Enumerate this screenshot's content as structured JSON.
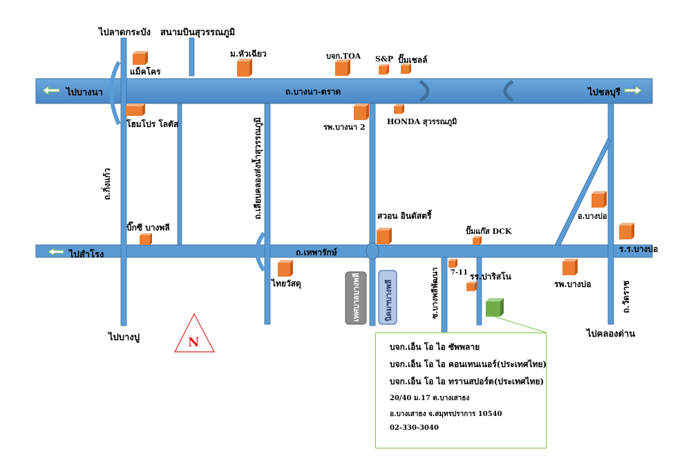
{
  "roads": {
    "bangna_trat": "ถ.บางนา-ตราด",
    "theparak": "ถ.เทพารักษ์",
    "king_kaeo": "ถ.กิ่งแก้ว",
    "liap_khlong": "ถ.เลียบคลองส่งน้ำสุวรรณภูมิ",
    "bang_phli_phatthana": "ซ.บางพลีพัฒนา",
    "wat_ratch": "ถ.วัดราช"
  },
  "directions": {
    "to_bangna": "ไปบางนา",
    "to_chonburi": "ไปชลบุรี",
    "to_samrong": "ไปสำโรง",
    "to_lat_krabang": "ไปลาดกระบัง",
    "to_airport": "สนามบินสุวรรณภูมิ",
    "to_bang_pu": "ไปบางปู",
    "to_khlong_dan": "ไปคลองด่าน"
  },
  "landmarks": {
    "makro": "แม็คโคร",
    "homepro": "โฮมโปร โลตัส",
    "hua_chiao": "ม.หัวเฉียว",
    "toa": "บจก.TOA",
    "sp": "S&P",
    "shell": "ปั๊มเชลล์",
    "bangna2": "รพ.บางนา 2",
    "honda": "HONDA สุวรรณภูมิ",
    "bigc": "บิ๊กซี บางพลี",
    "suan_intasri": "สวอน อินดัสตรี้",
    "gas_dck": "ปั๊มแก๊ส DCK",
    "amphoe": "อ.บางบ่อ",
    "school_bangbo": "ร.ร.บางบ่อ",
    "thai_watsadu": "ไทยวัสดุ",
    "seven": "7-11",
    "school_pari": "รร.ปาริสโน",
    "hospital_bangbo": "รพ.บางบ่อ",
    "thesaban": "เทศบาลบางพลี",
    "nikhom": "นิคมฯบางพลี"
  },
  "info": {
    "line1": "บจก.เอ็น โอ ไอ ซัพพลาย",
    "line2": "บจก.เอ็น โอ ไอ คอนเทนเนอร์(ประเทศไทย)",
    "line3": "บจก.เอ็น โอ ไอ ทรานสปอร์ต(ประเทศไทย)",
    "line4": "20/40 ม.17 ต.บางเสาธง",
    "line5": "อ.บางเสาธง จ.สมุทรปราการ 10540",
    "line6": "02-330-3040"
  },
  "north": "N",
  "colors": {
    "road_fill": "#5b9bd5",
    "road_stroke": "#41719c",
    "building": "#ed7d31",
    "building_side": "#c55a11",
    "target": "#70ad47",
    "north": "#e02020"
  }
}
